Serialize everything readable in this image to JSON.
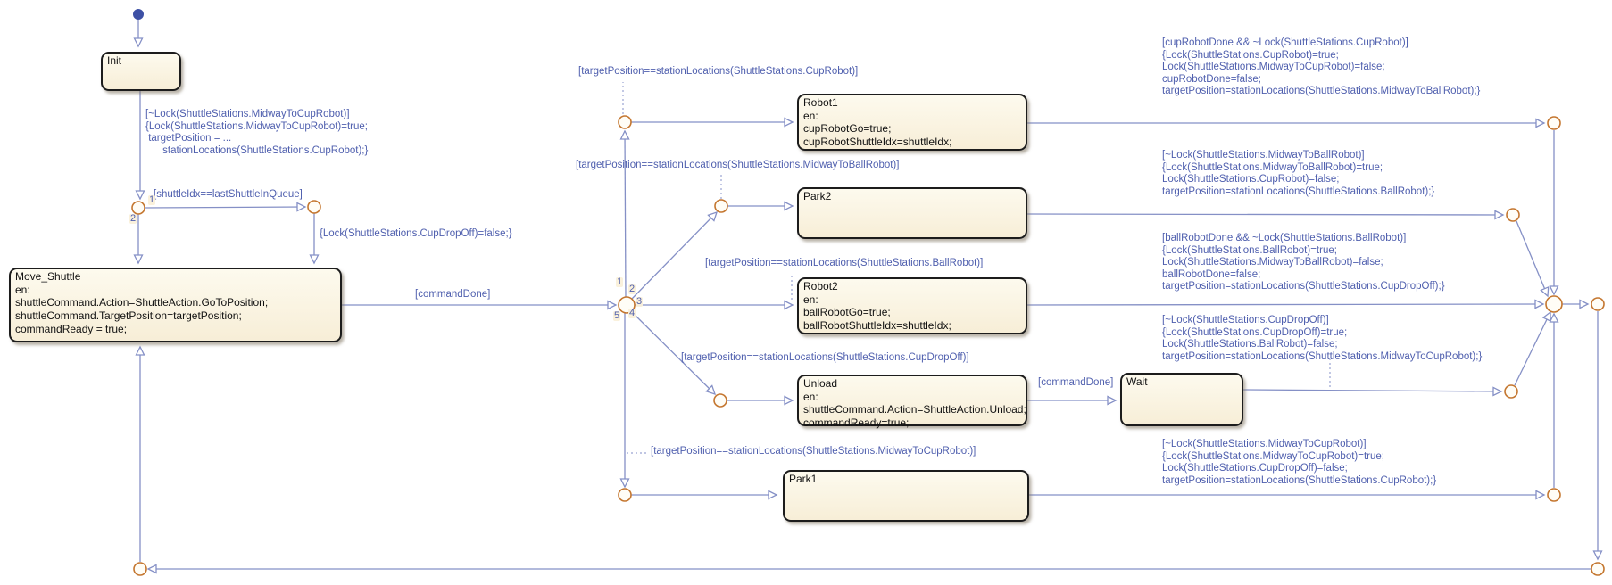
{
  "chart": {
    "background": "#ffffff",
    "colors": {
      "state_fill_top": "#fdfaee",
      "state_fill_bottom": "#f7eed7",
      "state_border": "#1c1c1c",
      "transition_line": "#8590c6",
      "label_text": "#4f5fae",
      "junction_stroke": "#c4762f",
      "initial_dot_fill": "#3d50a5"
    },
    "icons": {
      "initial_point": "default-transition-dot",
      "junction": "connective-junction-circle"
    }
  },
  "states": {
    "init": {
      "title": "Init",
      "body": ""
    },
    "move_shuttle": {
      "title": "Move_Shuttle",
      "body": "en:\nshuttleCommand.Action=ShuttleAction.GoToPosition;\nshuttleCommand.TargetPosition=targetPosition;\ncommandReady = true;"
    },
    "robot1": {
      "title": "Robot1",
      "body": "en:\ncupRobotGo=true;\ncupRobotShuttleIdx=shuttleIdx;"
    },
    "park2": {
      "title": "Park2",
      "body": ""
    },
    "robot2": {
      "title": "Robot2",
      "body": "en:\nballRobotGo=true;\nballRobotShuttleIdx=shuttleIdx;"
    },
    "unload": {
      "title": "Unload",
      "body": "en:\nshuttleCommand.Action=ShuttleAction.Unload;\ncommandReady=true;"
    },
    "wait": {
      "title": "Wait",
      "body": ""
    },
    "park1": {
      "title": "Park1",
      "body": ""
    }
  },
  "labels": {
    "init_to_fork": "[~Lock(ShuttleStations.MidwayToCupRobot)]\n{Lock(ShuttleStations.MidwayToCupRobot)=true;\n targetPosition = ...\n      stationLocations(ShuttleStations.CupRobot);}",
    "shuttle_idx_cond": "[shuttleIdx==lastShuttleInQueue]",
    "cup_dropoff_false": "{Lock(ShuttleStations.CupDropOff)=false;}",
    "command_done_1": "[commandDone]",
    "to_robot1_cond": "[targetPosition==stationLocations(ShuttleStations.CupRobot)]",
    "to_park2_cond": "[targetPosition==stationLocations(ShuttleStations.MidwayToBallRobot)]",
    "to_robot2_cond": "[targetPosition==stationLocations(ShuttleStations.BallRobot)]",
    "to_unload_cond": "[targetPosition==stationLocations(ShuttleStations.CupDropOff)]",
    "to_park1_cond": "[targetPosition==stationLocations(ShuttleStations.MidwayToCupRobot)]",
    "command_done_2": "[commandDone]",
    "robot1_exit_actions": "[cupRobotDone && ~Lock(ShuttleStations.CupRobot)]\n{Lock(ShuttleStations.CupRobot)=true;\nLock(ShuttleStations.MidwayToCupRobot)=false;\ncupRobotDone=false;\ntargetPosition=stationLocations(ShuttleStations.MidwayToBallRobot);}",
    "park2_exit_actions": "[~Lock(ShuttleStations.MidwayToBallRobot)]\n{Lock(ShuttleStations.MidwayToBallRobot)=true;\nLock(ShuttleStations.CupRobot)=false;\ntargetPosition=stationLocations(ShuttleStations.BallRobot);}",
    "robot2_exit_actions": "[ballRobotDone && ~Lock(ShuttleStations.BallRobot)]\n{Lock(ShuttleStations.BallRobot)=true;\nLock(ShuttleStations.MidwayToBallRobot)=false;\nballRobotDone=false;\ntargetPosition=stationLocations(ShuttleStations.CupDropOff);}",
    "wait_exit_actions": "[~Lock(ShuttleStations.CupDropOff)]\n{Lock(ShuttleStations.CupDropOff)=true;\nLock(ShuttleStations.BallRobot)=false;\ntargetPosition=stationLocations(ShuttleStations.MidwayToCupRobot);}",
    "park1_exit_actions": "[~Lock(ShuttleStations.MidwayToCupRobot)]\n{Lock(ShuttleStations.MidwayToCupRobot)=true;\nLock(ShuttleStations.CupDropOff)=false;\ntargetPosition=stationLocations(ShuttleStations.CupRobot);}"
  },
  "branch_numbers": {
    "fork1_1": "1",
    "fork1_2": "2",
    "fork2_1": "1",
    "fork2_2": "2",
    "fork2_3": "3",
    "fork2_4": "4",
    "fork2_5": "5"
  }
}
